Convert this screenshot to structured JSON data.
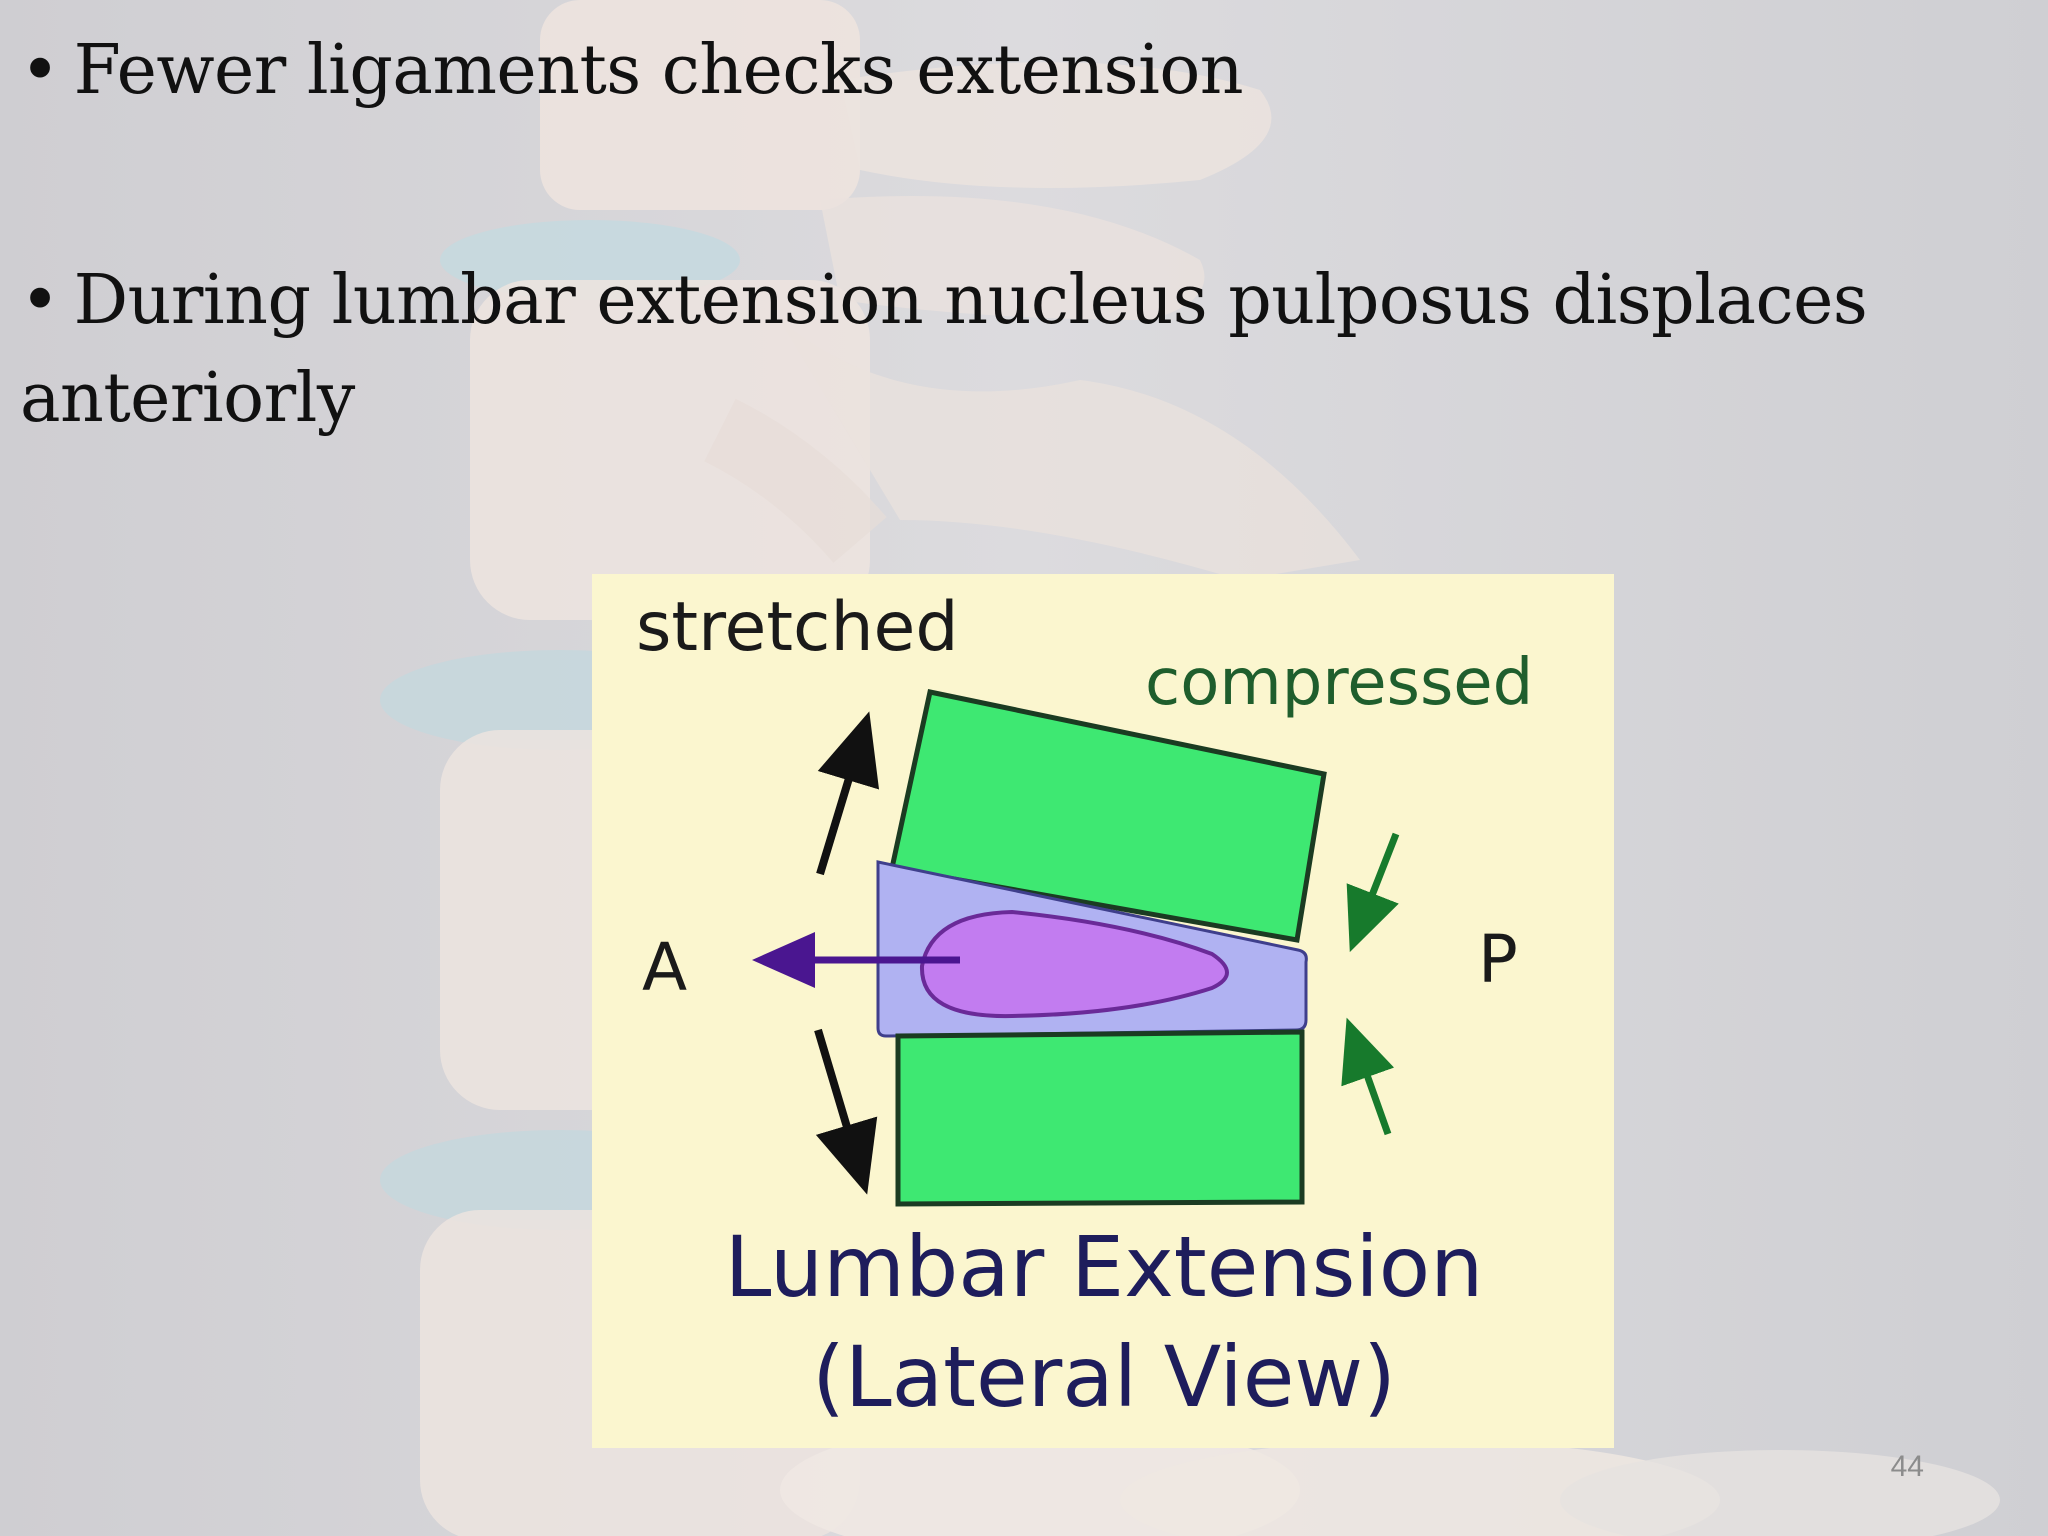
{
  "slide": {
    "bullets": [
      {
        "marker": "•",
        "text": "Fewer ligaments checks extension"
      },
      {
        "marker": "•",
        "text": "During lumbar extension nucleus pulposus displaces anteriorly"
      }
    ],
    "page_number": "44"
  },
  "figure": {
    "label_stretched": "stretched",
    "label_compressed": "compressed",
    "label_anterior": "A",
    "label_posterior": "P",
    "caption_line1": "Lumbar Extension",
    "caption_line2": "(Lateral View)",
    "colors": {
      "panel": "#fbf6cf",
      "vertebra": "#3ee872",
      "disc": "#b0b2f2",
      "nucleus": "#c27cf0",
      "nucleus_arrow": "#4a1690",
      "compressed_text": "#1f5e2d",
      "compression_arrows": "#177a2c",
      "caption": "#1e1d5c",
      "stretch_arrows": "#111111"
    }
  }
}
